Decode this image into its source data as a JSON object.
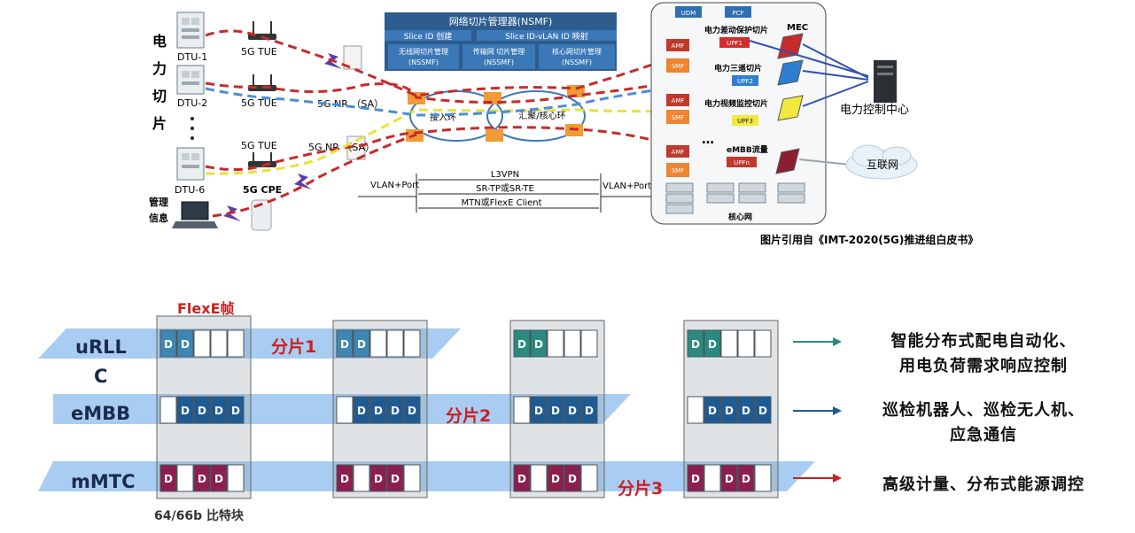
{
  "top": {
    "side_chars": [
      "电",
      "力",
      "切",
      "片"
    ],
    "dtu": [
      "DTU-1",
      "DTU-2",
      "DTU-6"
    ],
    "tue": [
      "5G TUE",
      "5G TUE",
      "5G TUE"
    ],
    "cpe": "5G CPE",
    "mgmt": [
      "管理",
      "信息"
    ],
    "nr": [
      "5G NR （SA）",
      "5G NR （SA）"
    ],
    "nsmf": {
      "title": "网络切片管理器(NSMF)",
      "bar1": "Slice ID 创建",
      "bar2": "Slice ID-vLAN ID 映射",
      "sub1": [
        "无线网切片管理",
        "(NSSMF)"
      ],
      "sub2": [
        "传输网 切片管理",
        "(NSSMF)"
      ],
      "sub3": [
        "核心网切片管理",
        "(NSSMF)"
      ]
    },
    "ring_access": "接入环",
    "ring_core": "汇聚/核心环",
    "links": {
      "l3vpn": "L3VPN",
      "srtp": "SR-TP或SR-TE",
      "mtn": "MTN或FlexE Client",
      "vlan_left": "VLAN+Port",
      "vlan_right": "VLAN+Port"
    },
    "core": {
      "udm": "UDM",
      "pcf": "PCF",
      "amf": "AMF",
      "smf": "SMF",
      "mec": "MEC",
      "slice1": "电力差动保护切片",
      "slice2": "电力三遥切片",
      "slice3": "电力视频监控切片",
      "slice4": "eMBB流量",
      "upf1": "UPF1",
      "upf2": "UPF2",
      "upf3": "UPF3",
      "upfn": "UPFn",
      "dots": "…",
      "core_label": "核心网"
    },
    "control_center": "电力控制中心",
    "internet": "互联网",
    "citation": "图片引用自《IMT-2020(5G)推进组白皮书》"
  },
  "bottom": {
    "frame_title": "FlexE帧",
    "block_label": "64/66b 比特块",
    "rows": [
      {
        "label_line1": "uRLL",
        "label_line2": "C",
        "slice": "分片1",
        "desc": [
          "智能分布式配电自动化、",
          "用电负荷需求响应控制"
        ]
      },
      {
        "label_line1": "eMBB",
        "label_line2": "",
        "slice": "分片2",
        "desc": [
          "巡检机器人、巡检无人机、",
          "应急通信"
        ]
      },
      {
        "label_line1": "mMTC",
        "label_line2": "",
        "slice": "分片3",
        "desc": [
          "高级计量、分布式能源调控"
        ]
      }
    ],
    "d": "D",
    "colors": {
      "urllc_frame1": "#3f86b3",
      "urllc_frame3": "#2a8a7f",
      "embb": "#1f5b92",
      "mmtc": "#8c1f4e",
      "band": "#a9cdf2",
      "arrow_teal": "#2a8a7f",
      "arrow_blue": "#1f5b92",
      "arrow_red": "#cc1f1f",
      "slice_text": "#cc1f1f"
    }
  }
}
